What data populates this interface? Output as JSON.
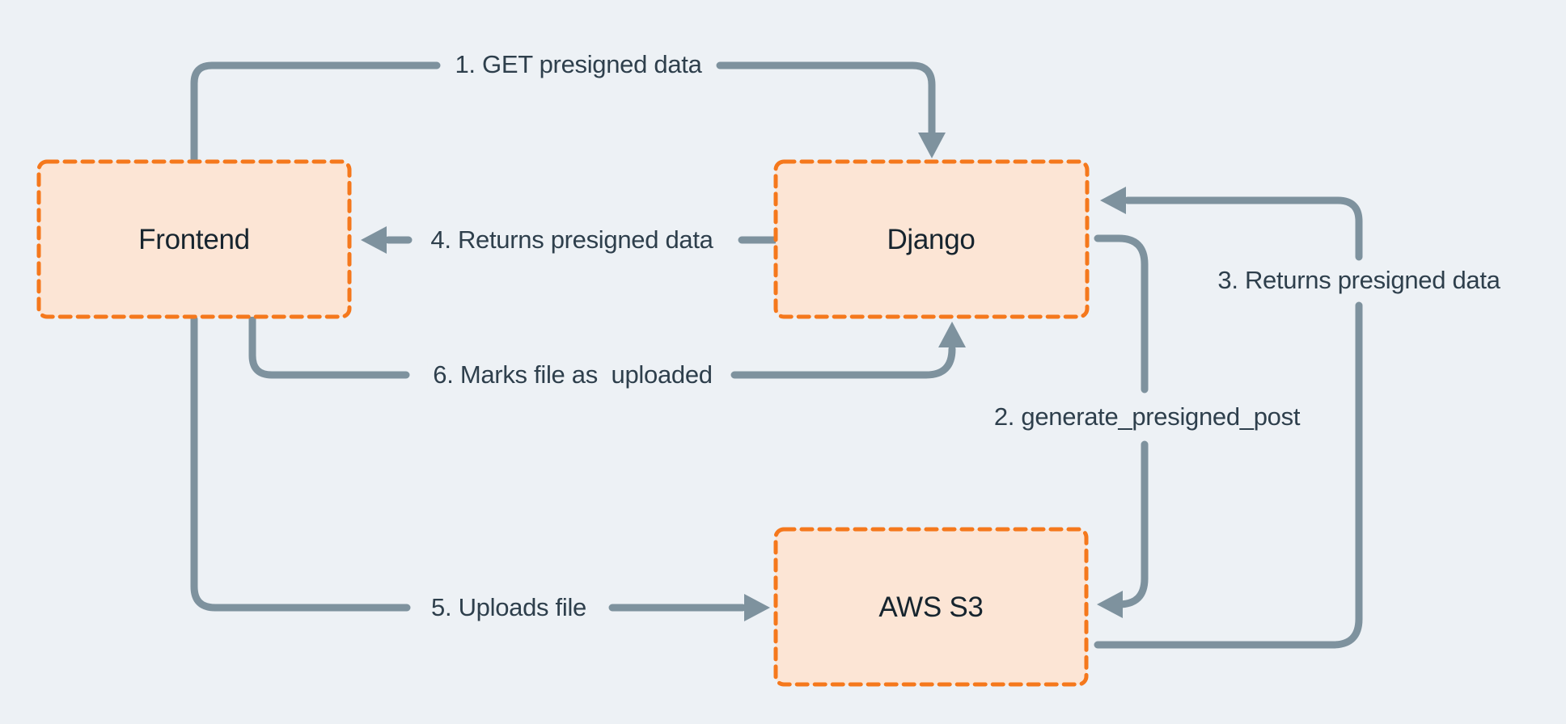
{
  "diagram_type": "sequence-flow",
  "colors": {
    "background": "#edf1f5",
    "node_fill": "#fce5d5",
    "node_border": "#f5781c",
    "connector": "#7e929e",
    "label_text": "#2e3f4c",
    "node_text": "#16242e"
  },
  "nodes": [
    {
      "id": "frontend",
      "label": "Frontend"
    },
    {
      "id": "django",
      "label": "Django"
    },
    {
      "id": "aws-s3",
      "label": "AWS S3"
    }
  ],
  "edges": [
    {
      "step": 1,
      "label": "1. GET presigned data",
      "from": "Frontend",
      "to": "Django"
    },
    {
      "step": 2,
      "label": "2. generate_presigned_post",
      "from": "Django",
      "to": "AWS S3"
    },
    {
      "step": 3,
      "label": "3. Returns presigned data",
      "from": "AWS S3",
      "to": "Django"
    },
    {
      "step": 4,
      "label": "4. Returns presigned data",
      "from": "Django",
      "to": "Frontend"
    },
    {
      "step": 5,
      "label": "5. Uploads file",
      "from": "Frontend",
      "to": "AWS S3"
    },
    {
      "step": 6,
      "label": "6. Marks file as  uploaded",
      "from": "Frontend",
      "to": "Django"
    }
  ]
}
